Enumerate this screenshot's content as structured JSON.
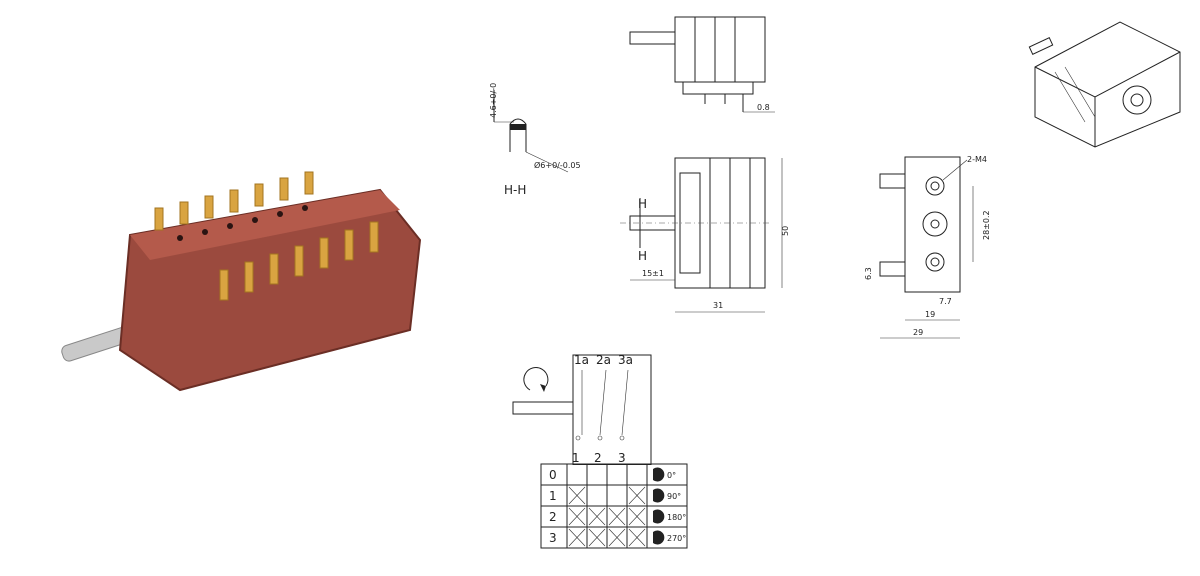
{
  "section_hh": {
    "top_tolerance": "4.6+0/-0.05",
    "diameter": "Ø6+0/-0.05",
    "label": "H-H"
  },
  "front_view": {
    "height": "50",
    "width": "31",
    "shaft_length": "15±1",
    "section_mark": "H"
  },
  "top_view": {
    "thickness": "0.8"
  },
  "side_view": {
    "thread": "2-M4",
    "hole_spacing": "28±0.2",
    "offset_small": "6.3",
    "offset_mid": "7.7",
    "width_inner": "19",
    "width_outer": "29"
  },
  "wiring": {
    "terminals_top": [
      "1a",
      "2a",
      "3a"
    ],
    "terminals_bottom": [
      "1",
      "2",
      "3"
    ]
  },
  "position_table": {
    "rows": [
      {
        "pos": "0",
        "angle": "0°",
        "marks": [
          false,
          false,
          false,
          false
        ]
      },
      {
        "pos": "1",
        "angle": "90°",
        "marks": [
          true,
          false,
          false,
          true
        ]
      },
      {
        "pos": "2",
        "angle": "180°",
        "marks": [
          true,
          true,
          true,
          true
        ]
      },
      {
        "pos": "3",
        "angle": "270°",
        "marks": [
          true,
          true,
          true,
          true
        ]
      }
    ]
  }
}
